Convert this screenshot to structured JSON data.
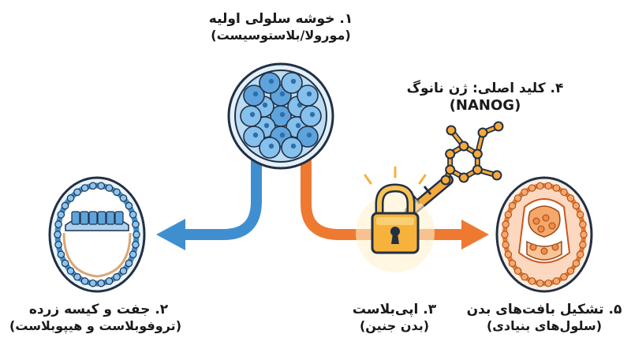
{
  "labels": {
    "step1": {
      "line1": "۱. خوشه سلولی اولیه",
      "line2": "(مورولا/بلاستوسیست)"
    },
    "step2": {
      "line1": "۲. جفت و کیسه زرده",
      "line2": "(تروفوبلاست و هیپوبلاست)"
    },
    "step3": {
      "line1": "۳. اپی‌بلاست",
      "line2": "(بدن جنین)"
    },
    "step4": {
      "line1": "۴. کلید اصلی: ژن نانوگ",
      "line2": "(NANOG)"
    },
    "step5": {
      "line1": "۵. تشکیل بافت‌های بدن",
      "line2": "(سلول‌های بنیادی)"
    }
  },
  "colors": {
    "blue": "#3f8fd0",
    "blue_light": "#a9d3f2",
    "orange": "#ee7a32",
    "orange_light": "#f9c497",
    "lock_gold": "#f6b23a",
    "key_gold": "#f4a93c",
    "dark": "#223044"
  },
  "icons": {
    "morula": "cell-cluster-icon",
    "blastocyst_blue": "blastocyst-icon",
    "embryo_orange": "embryo-icon",
    "lock": "padlock-icon",
    "key": "molecule-key-icon"
  }
}
